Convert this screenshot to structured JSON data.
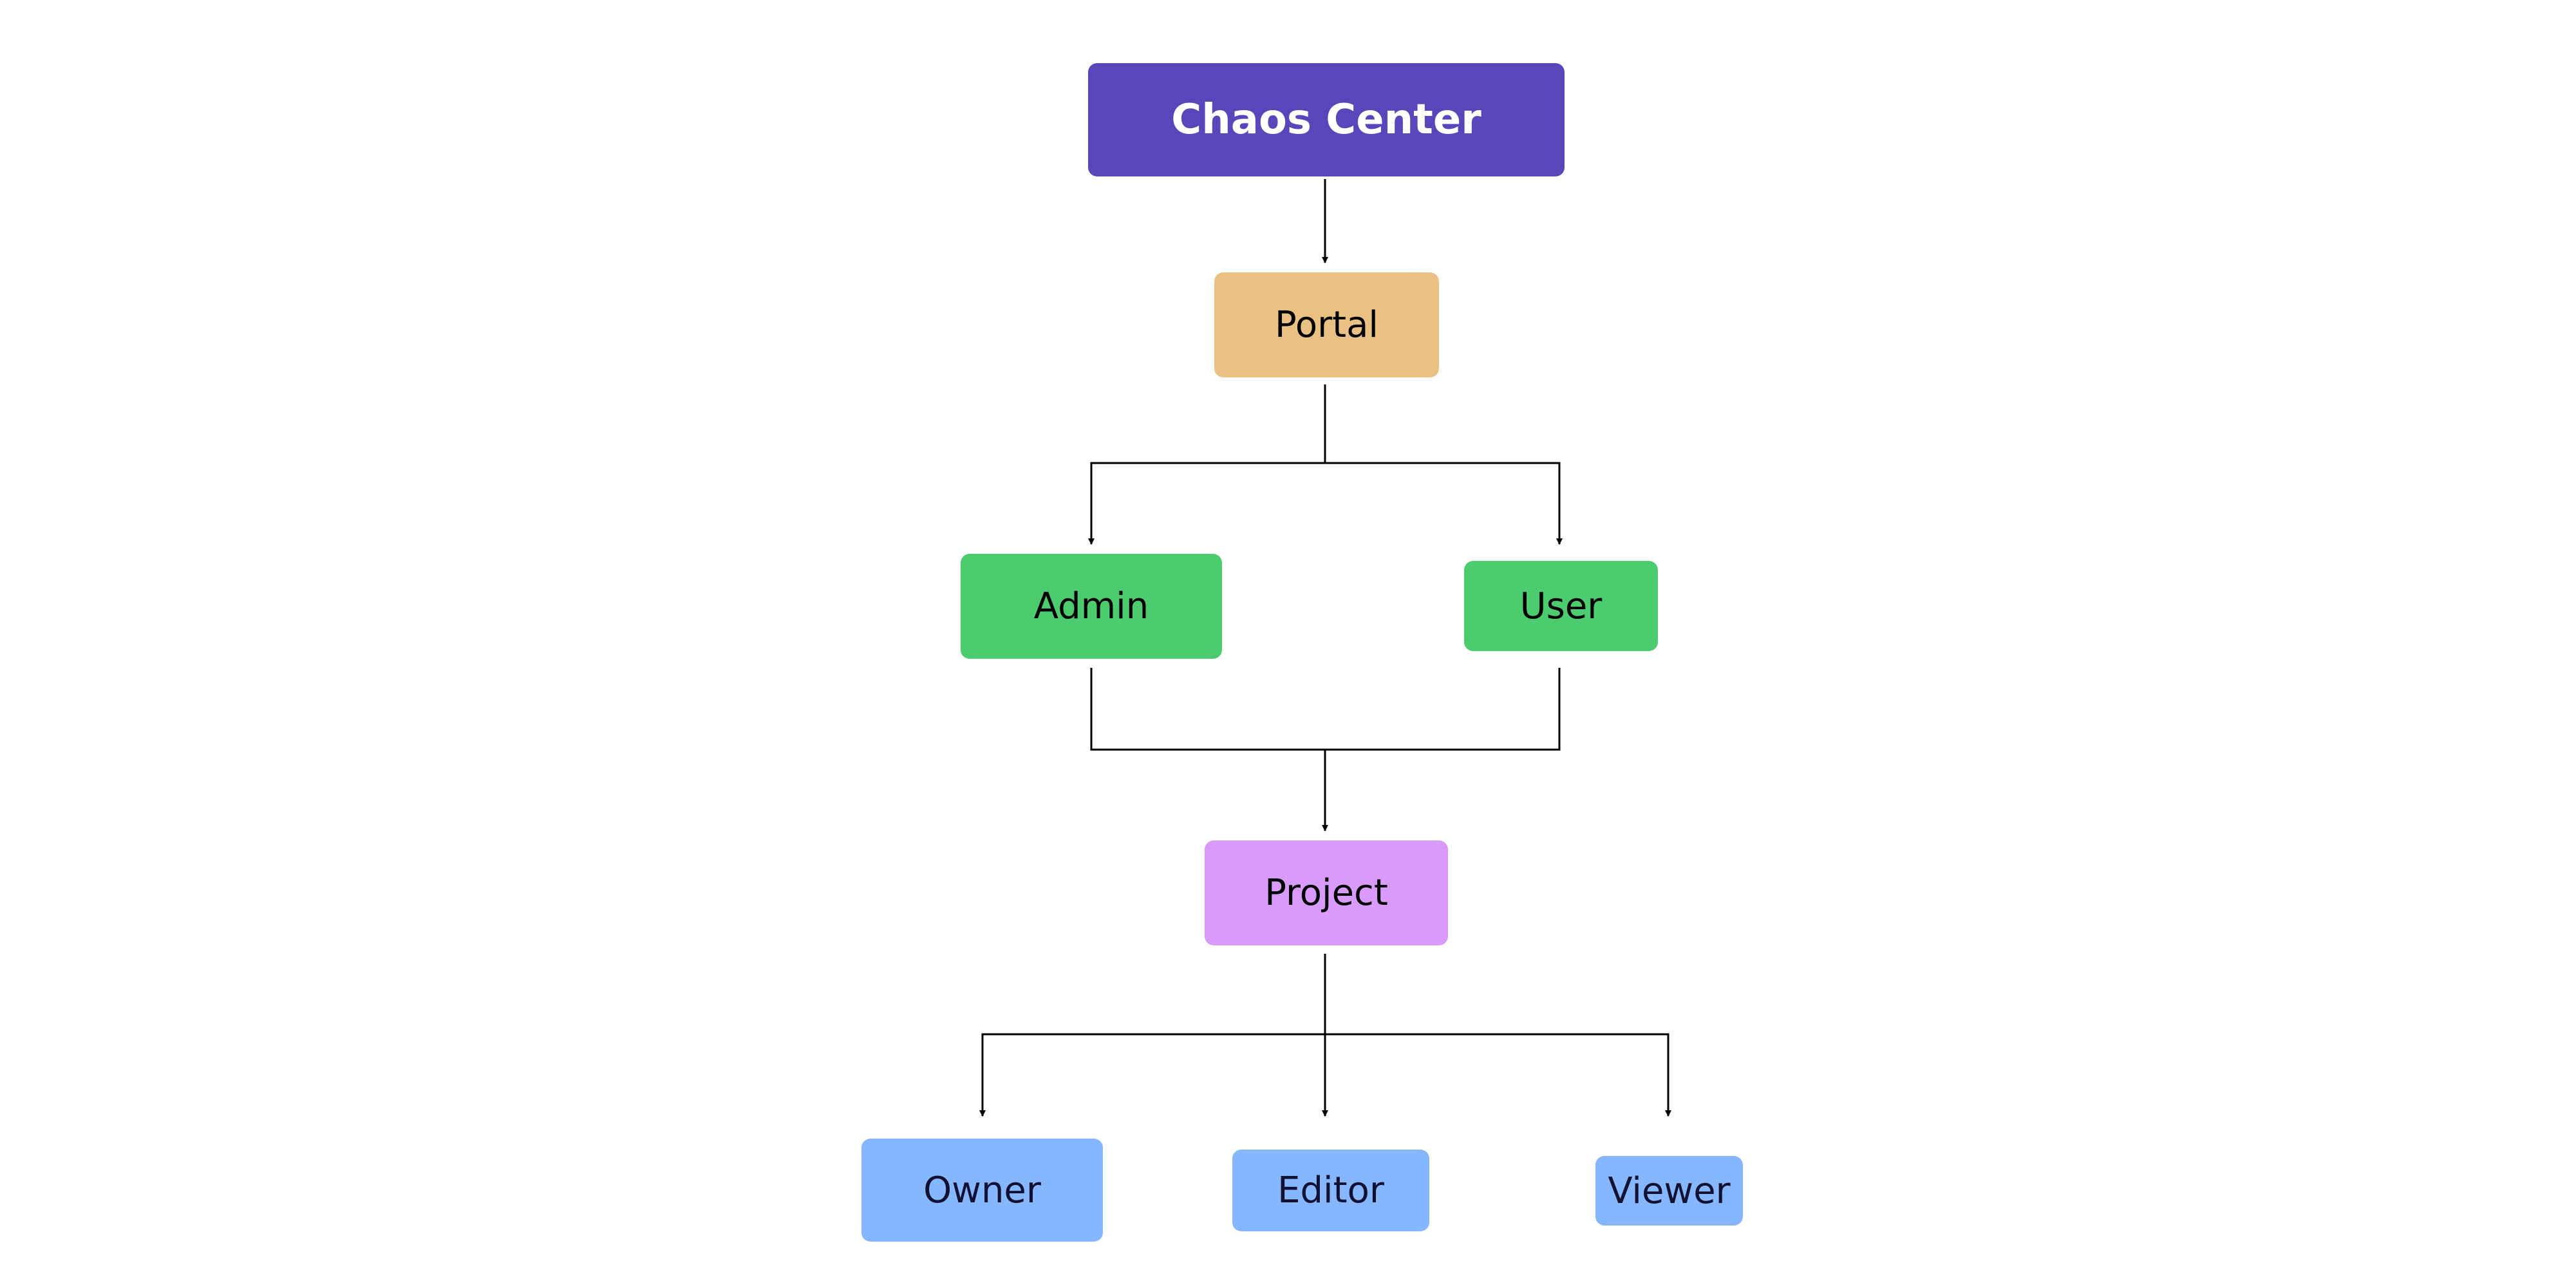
{
  "nodes": {
    "root": {
      "label": "Chaos Center",
      "color": "#5B45BB"
    },
    "portal": {
      "label": "Portal",
      "color": "#E9C185"
    },
    "admin": {
      "label": "Admin",
      "color": "#4DCB6F"
    },
    "user": {
      "label": "User",
      "color": "#4DCB6F"
    },
    "project": {
      "label": "Project",
      "color": "#D89BFA"
    },
    "owner": {
      "label": "Owner",
      "color": "#86B6FD"
    },
    "editor": {
      "label": "Editor",
      "color": "#86B6FD"
    },
    "viewer": {
      "label": "Viewer",
      "color": "#86B6FD"
    }
  },
  "edges": [
    {
      "from": "root",
      "to": "portal"
    },
    {
      "from": "portal",
      "to": "admin"
    },
    {
      "from": "portal",
      "to": "user"
    },
    {
      "from": "admin",
      "to": "project"
    },
    {
      "from": "user",
      "to": "project"
    },
    {
      "from": "project",
      "to": "owner"
    },
    {
      "from": "project",
      "to": "editor"
    },
    {
      "from": "project",
      "to": "viewer"
    }
  ],
  "style": {
    "connector_color": "#000000"
  }
}
